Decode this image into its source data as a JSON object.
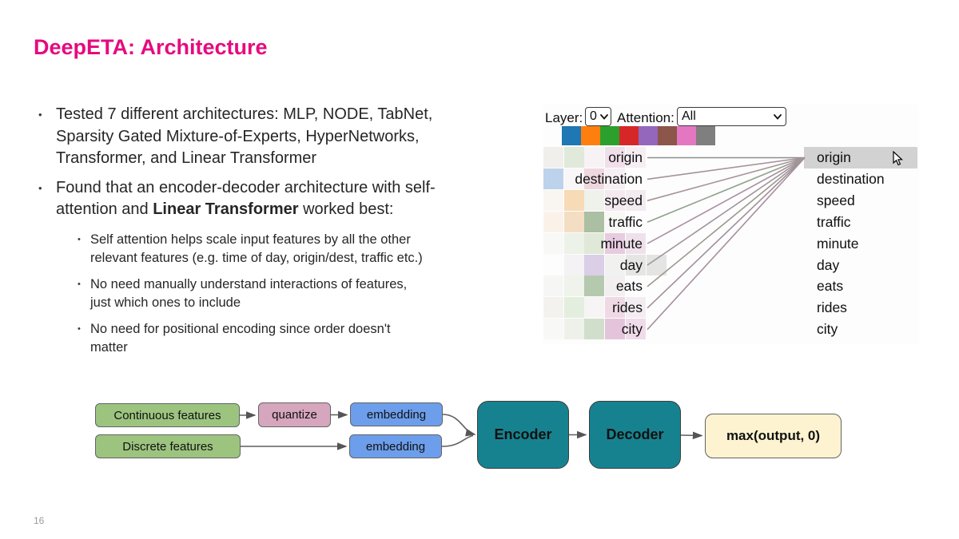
{
  "slide": {
    "title": "DeepETA: Architecture",
    "title_color": "#e60a7e",
    "page_number": "16"
  },
  "bullets": {
    "marker": "•",
    "main1": "Tested 7 different architectures: MLP, NODE, TabNet,\nSparsity Gated Mixture-of-Experts, HyperNetworks,\nTransformer, and Linear Transformer",
    "main2_pre": "Found that an encoder-decoder architecture with self-\nattention and ",
    "main2_bold": "Linear Transformer",
    "main2_post": " worked best:",
    "sub": [
      "Self attention helps scale input features by all the other\nrelevant features (e.g. time of day, origin/dest, traffic etc.)",
      "No need manually understand interactions of features,\njust which ones to include",
      "No need for positional encoding since order doesn't\nmatter"
    ]
  },
  "attention_panel": {
    "layer_label": "Layer:",
    "layer_value": "0",
    "attention_label": "Attention:",
    "attention_value": "All",
    "swatch_colors": [
      "#1f77b4",
      "#ff7f0e",
      "#2ca02c",
      "#d62728",
      "#9467bd",
      "#8c564b",
      "#e377c2",
      "#7f7f7f"
    ],
    "features": [
      "origin",
      "destination",
      "speed",
      "traffic",
      "minute",
      "day",
      "eats",
      "rides",
      "city"
    ],
    "selected_feature": "origin",
    "line_colors": [
      "#8e8e8e",
      "#a49399",
      "#a89299",
      "#8fa18b",
      "#ab8fa3",
      "#a0949c",
      "#9b988f",
      "#a28f9c",
      "#a58f9d"
    ],
    "heatmap": {
      "rows": [
        [
          "#f1efec",
          "#e0e9da",
          "#f7f3f5",
          "#f0dfea",
          "#f6eef3",
          ""
        ],
        [
          "#bdd2eb",
          "#f8f6f6",
          "#eed7df",
          "#f6eff3",
          "",
          ""
        ],
        [
          "#f9f6f1",
          "#f7dab6",
          "#eff1eb",
          "#f3e9ef",
          "#f2ebf0",
          ""
        ],
        [
          "#faf2e9",
          "#f4dec3",
          "#abbfa3",
          "#f8f8f6",
          "",
          ""
        ],
        [
          "#f8f8f6",
          "#ecf2e8",
          "#e0e9d7",
          "#e7cbdf",
          "#efe1eb",
          ""
        ],
        [
          "",
          "#f4f2f4",
          "#dbcfe7",
          "#f1f1ef",
          "#e5e5e3",
          "#e4e4e2"
        ],
        [
          "#f6f6f4",
          "#eff3eb",
          "#b5c9af",
          "#f3eff1",
          "",
          ""
        ],
        [
          "#f4f2ee",
          "#e4eede",
          "#f6f4f4",
          "#efd9e5",
          "#f3edf1",
          ""
        ],
        [
          "#f8f8f6",
          "#edf1e9",
          "#d1decb",
          "#e4c4da",
          "#efdbe9",
          ""
        ]
      ]
    }
  },
  "diagram": {
    "nodes": {
      "continuous": {
        "label": "Continuous features",
        "fill": "#9cc47f"
      },
      "quantize": {
        "label": "quantize",
        "fill": "#d5a6bd"
      },
      "embedding_top": {
        "label": "embedding",
        "fill": "#6d9eeb"
      },
      "discrete": {
        "label": "Discrete features",
        "fill": "#9cc47f"
      },
      "embedding_bottom": {
        "label": "embedding",
        "fill": "#6d9eeb"
      },
      "encoder": {
        "label": "Encoder",
        "fill": "#17828f"
      },
      "decoder": {
        "label": "Decoder",
        "fill": "#17828f"
      },
      "max_output": {
        "label": "max(output, 0)",
        "fill": "#fdf3d0"
      }
    }
  }
}
